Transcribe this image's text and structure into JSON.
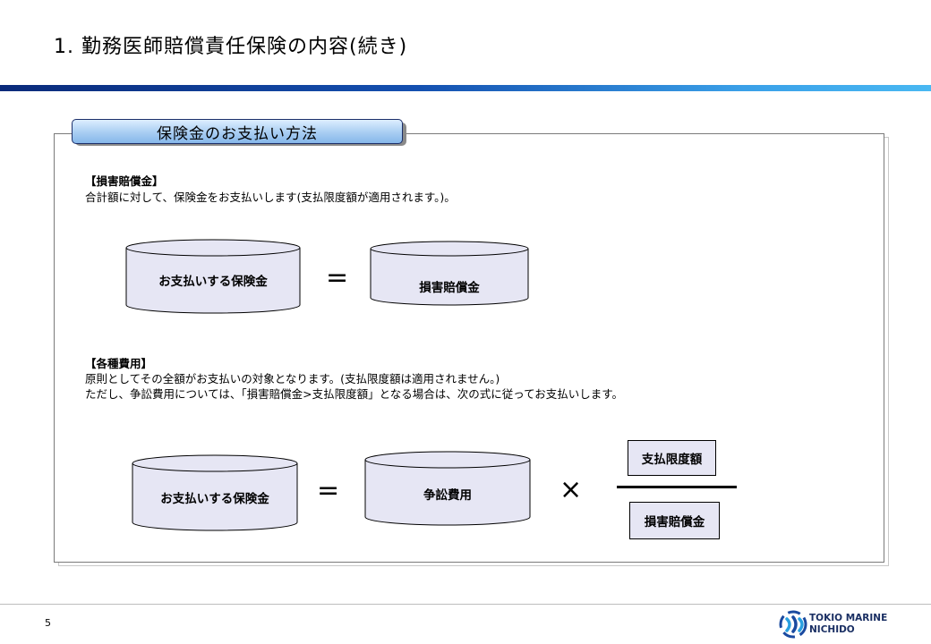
{
  "page": {
    "title": "1. 勤務医師賠償責任保険の内容(続き)",
    "page_number": "5"
  },
  "section": {
    "tab_title": "保険金のお支払い方法"
  },
  "damages": {
    "heading": "【損害賠償金】",
    "line1": "合計額に対して、保険金をお支払いします(支払限度額が適用されます。)。",
    "formula": {
      "left": "お支払いする保険金",
      "operator": "=",
      "right": "損害賠償金"
    }
  },
  "expenses": {
    "heading": "【各種費用】",
    "line1": "原則としてその全額がお支払いの対象となります。(支払限度額は適用されません。)",
    "line2": "ただし、争訟費用については、「損害賠償金>支払限度額」となる場合は、次の式に従ってお支払いします。",
    "formula": {
      "left": "お支払いする保険金",
      "operator": "=",
      "middle": "争訟費用",
      "times": "×",
      "numerator": "支払限度額",
      "denominator": "損害賠償金"
    }
  },
  "logo": {
    "line1": "TOKIO MARINE",
    "line2": "NICHIDO"
  },
  "colors": {
    "accent_dark": "#0a2a7a",
    "accent_light": "#49b8f2",
    "cylinder_fill": "#e6e6f4",
    "tab_fill": "#a8cdf2"
  }
}
